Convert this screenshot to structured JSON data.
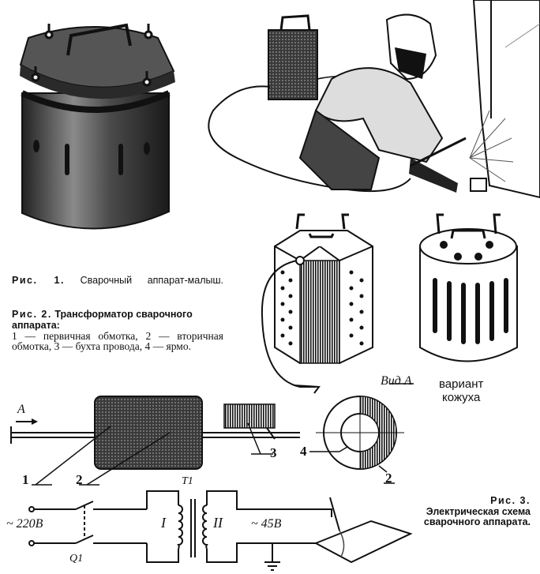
{
  "captions": {
    "fig1_label": "Рис. 1.",
    "fig1_text": "Сварочный аппарат-малыш.",
    "fig2_label": "Рис. 2.",
    "fig2_title": "Трансформатор сварочного аппарата:",
    "fig2_body": "1 — первичная обмотка, 2 — вторичная обмотка, 3 — бухта провода, 4 — ярмо.",
    "fig3_label": "Рис. 3.",
    "fig3_text": "Электрическая схема сварочного аппарата."
  },
  "labels": {
    "view_a": "Вид А",
    "casing_variant_line1": "вариант",
    "casing_variant_line2": "кожуха",
    "arrow_a": "A",
    "num1": "1",
    "num2": "2",
    "num3": "3",
    "num4": "4",
    "num2b": "2",
    "voltage_in": "~ 220В",
    "voltage_out": "~ 45В",
    "transformer": "T1",
    "winding1": "I",
    "winding2": "II",
    "switch": "Q1"
  }
}
